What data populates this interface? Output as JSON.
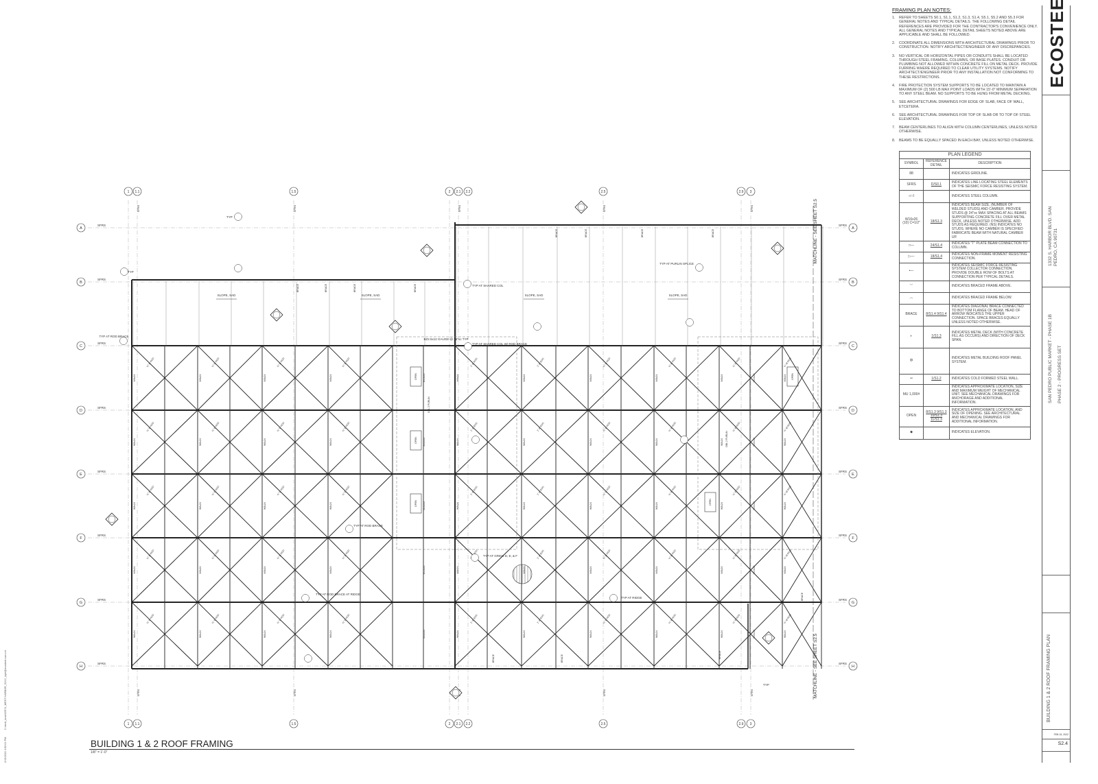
{
  "notes": {
    "title": "FRAMING PLAN NOTES:",
    "items": [
      "REFER TO SHEETS S0.1, S1.1, S1.2, S1.3, S1.4, S5.1, S5.2 AND S5.3 FOR GENERAL NOTES AND TYPICAL DETAILS. THE FOLLOWING DETAIL REFERENCES ARE PROVIDED FOR THE CONTRACTOR'S CONVENIENCE ONLY. ALL GENERAL NOTES AND TYPICAL DETAIL SHEETS NOTED ABOVE ARE APPLICABLE AND SHALL BE FOLLOWED.",
      "COORDINATE ALL DIMENSIONS WITH ARCHITECTURAL DRAWINGS PRIOR TO CONSTRUCTION. NOTIFY ARCHITECT/ENGINEER OF ANY DISCREPANCIES.",
      "NO VERTICAL OR HORIZONTAL PIPES OR CONDUITS SHALL BE LOCATED THROUGH STEEL FRAMING, COLUMNS, OR BASE PLATES. CONDUIT OR PLUMBING NOT ALLOWED WITHIN CONCRETE FILL ON METAL DECK. PROVIDE FURRING WHERE REQUIRED TO CLEAR UTILITY SYSTEMS. NOTIFY ARCHITECT/ENGINEER PRIOR TO ANY INSTALLATION NOT CONFORMING TO THESE RESTRICTIONS.",
      "FIRE PROTECTION SYSTEM SUPPORTS TO BE LOCATED TO MAINTAIN A MAXIMUM OF (2) 500 LB MAX POINT LOADS WITH 15'-0\" MINIMUM SEPARATION TO ANY STEEL BEAM. NO SUPPORTS TO BE HUNG FROM METAL DECKING.",
      "SEE ARCHITECTURAL DRAWINGS FOR EDGE OF SLAB, FACE OF WALL, ETCETERA.",
      "SEE ARCHITECTURAL DRAWINGS FOR TOP OF SLAB OR TO TOP OF STEEL ELEVATION.",
      "BEAM CENTERLINES TO ALIGN WITH COLUMN CENTERLINES, UNLESS NOTED OTHERWISE.",
      "BEAMS TO BE EQUALLY SPACED IN EACH BAY, UNLESS NOTED OTHERWISE."
    ]
  },
  "legend": {
    "title": "PLAN LEGEND",
    "headers": [
      "SYMBOL",
      "REFERENCE DETAIL",
      "DESCRIPTION"
    ],
    "rows": [
      {
        "symbol": "88",
        "ref": "",
        "desc": "INDICATES GRIDLINE."
      },
      {
        "symbol": "SFRS",
        "ref": "D/S0.1",
        "desc": "INDICATES LINE LOCATING STEEL ELEMENTS OF THE SEISMIC FORCE RESISTING SYSTEM."
      },
      {
        "symbol": "○□ I",
        "ref": "",
        "desc": "INDICATES STEEL COLUMN."
      },
      {
        "symbol": "W16x26 (10) C=1/2\"",
        "ref": "18/S1.3",
        "desc": "INDICATES BEAM SIZE, (NUMBER OF WELDED STUDS) AND CAMBER. PROVIDE STUDS @ 24\"oc MAX SPACING AT ALL BEAMS SUPPORTING CONCRETE FILL OVER METAL DECK, UNLESS NOTED OTHERWISE. ADD STUDS AS REQUIRED. (NS) INDICATES NO STUDS. WHERE NO CAMBER IS SPECIFIED FABRICATE BEAM WITH NATURAL CAMBER UP."
      },
      {
        "symbol": "□—",
        "ref": "24/S1.4",
        "desc": "INDICATES \"T\" PLATE BEAM CONNECTION TO COLUMN."
      },
      {
        "symbol": "▷—",
        "ref": "18/S1.4",
        "desc": "INDICATES NON-FRAME MOMENT RESISTING CONNECTION."
      },
      {
        "symbol": "•—",
        "ref": "",
        "desc": "INDICATES SEISMIC FORCE RESISTING SYSTEM COLLECTOR CONNECTION. PROVIDE DOUBLE ROW OF BOLTS AT CONNECTION PER TYPICAL DETAILS."
      },
      {
        "symbol": "﹀",
        "ref": "",
        "desc": "INDICATES BRACED FRAME ABOVE."
      },
      {
        "symbol": "︿",
        "ref": "",
        "desc": "INDICATES BRACED FRAME BELOW."
      },
      {
        "symbol": "BRACE",
        "ref": "8/S1.4  9/S1.4",
        "desc": "INDICATES DIAGONAL BRACE CONNECTED TO BOTTOM FLANGE OF BEAM. HEAD OF ARROW INDICATES THE UPPER CONNECTION. SPACE BRACES EQUALLY UNLESS NOTED OTHERWISE."
      },
      {
        "symbol": "◐",
        "ref": "1/S1.3",
        "desc": "INDICATES METAL DECK (WITH CONCRETE FILL AS OCCURS) AND DIRECTION OF DECK SPAN."
      },
      {
        "symbol": "◍",
        "ref": "",
        "desc": "INDICATES METAL BUILDING ROOF PANEL SYSTEM."
      },
      {
        "symbol": "═",
        "ref": "1/S1.2",
        "desc": "INDICATES COLD FORMED STEEL WALL."
      },
      {
        "symbol": "MU 1,000#",
        "ref": "",
        "desc": "INDICATES APPROXIMATE LOCATION, SIZE AND MAXIMUM WEIGHT OF MECHANICAL UNIT. SEE MECHANICAL DRAWINGS FOR ANCHORAGE AND ADDITIONAL INFORMATION."
      },
      {
        "symbol": "OPEN",
        "ref": "8/S1.3  9/S1.3  10/S1.3  11/S1.3",
        "desc": "INDICATES APPROXIMATE LOCATION, AND SIZE OF OPENING. SEE ARCHITECTURAL AND MECHANICAL DRAWINGS FOR ADDITIONAL INFORMATION."
      },
      {
        "symbol": "◆",
        "ref": "",
        "desc": "INDICATES ELEVATION."
      }
    ]
  },
  "title_block": {
    "logo": "ECOSTEEL",
    "project_address": "1332 S. HARBOR BLVD. SAN PEDRO, CA 90731",
    "project_name": "SAN PEDRO PUBLIC MARKET - PHASE 1B",
    "project_phase": "PHASE 2 - PROGRESS SET",
    "sheet_title": "BUILDING 1 & 2 ROOF FRAMING PLAN",
    "date": "FEB 15, 2022",
    "sheet_number": "S2.4"
  },
  "margin": {
    "timestamp": "2/15/2022 4:50:01 PM",
    "file": "C:\\revit_local\\22574_WEST HARBOR_S21C_kyle@ecosteel.com.rvt"
  },
  "plan": {
    "title": "BUILDING 1 & 2 ROOF FRAMING",
    "scale": "1/8\" = 1'-0\"",
    "row_grids": [
      "A",
      "B",
      "C",
      "D",
      "E",
      "F",
      "G",
      "H"
    ],
    "col_grids": [
      "1",
      "1.1",
      "1.5",
      "2",
      "2.1",
      "2.2",
      "2.5",
      "2.9",
      "3"
    ],
    "sfrs": "SFRS",
    "slope": "SLOPE, SAD",
    "beam": "W8x24",
    "beam_heavy": "W10x33",
    "rod_small": "¾\" Ø ROD",
    "rod_large": "1\" Ø ROD",
    "brace": "BRACE",
    "open": "OPEN",
    "purlin": "DBL 2 PURLIN",
    "matchline": "MATCHLINE - SEE SHEET S2.5",
    "annotations": [
      "TYP",
      "TYP",
      "TYP AT SHARED COL",
      "TYP AT ROD BRACE",
      "BZ2.5x12 GAUGE @ 36\"oc TYP",
      "TYP AT SHARED COL W/ ROD BRACE",
      "TYP AT PURLIN SPLICE",
      "TYP AT ROD BRACE",
      "TYP AT GRIDS D, E, & F",
      "TYP AT ROD BRACE AT RIDGE",
      "TYP AT RIDGE",
      "TYP"
    ]
  }
}
